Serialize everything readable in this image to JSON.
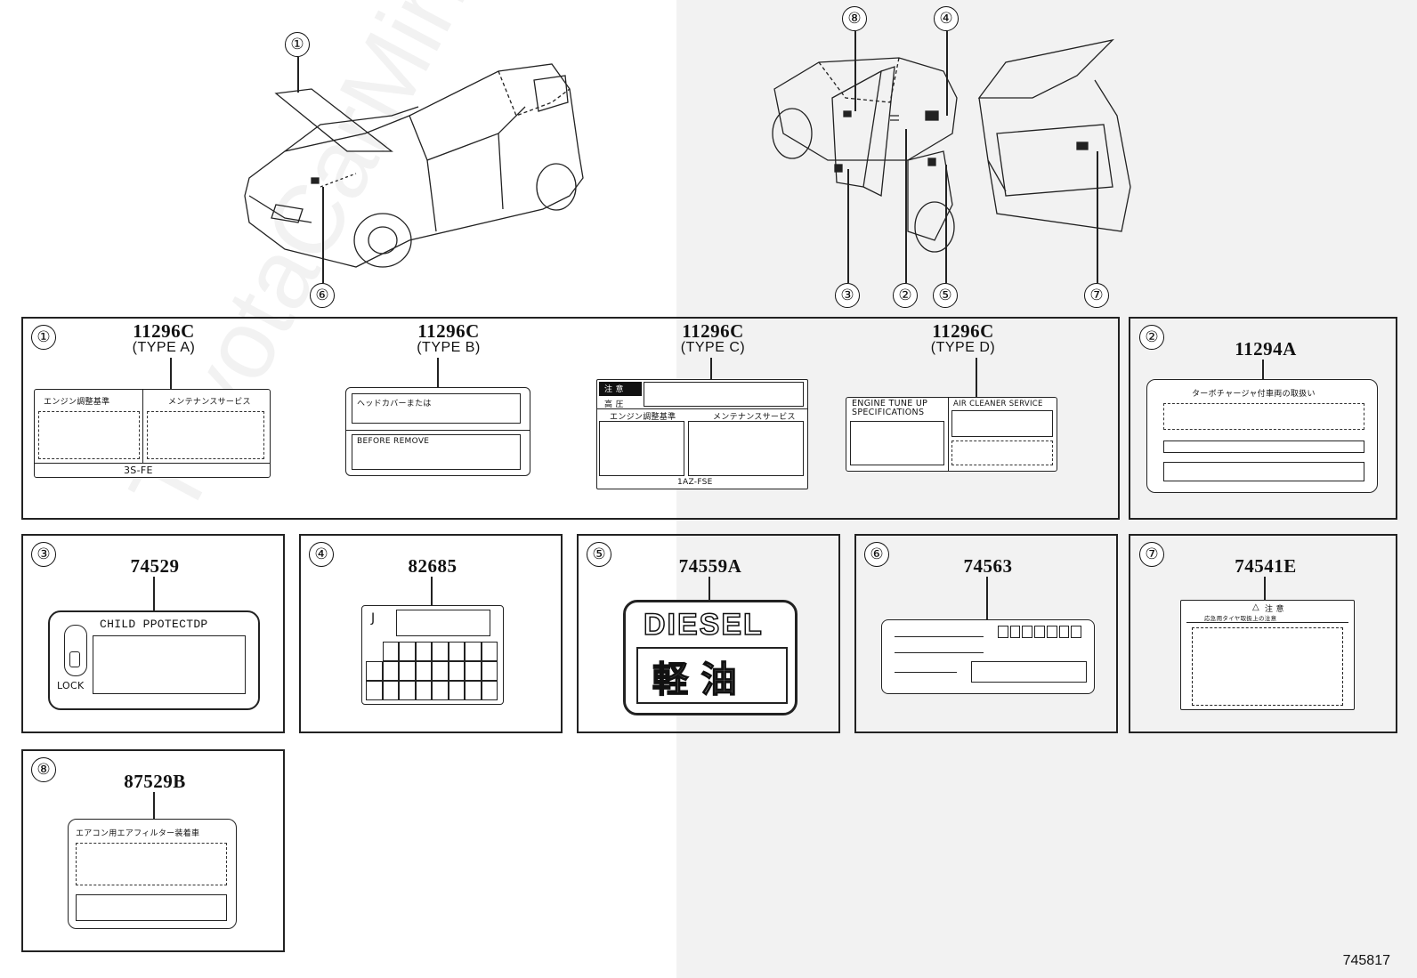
{
  "footer_code": "745817",
  "watermark": "ToyotaCarMine.ru",
  "overview_callouts": [
    "①",
    "⑥",
    "⑧",
    "④",
    "③",
    "②",
    "⑤",
    "⑦"
  ],
  "panels": {
    "p1": {
      "circle": "①",
      "types": [
        {
          "part": "11296C",
          "type": "(TYPE A)",
          "left_header": "エンジン調整基準",
          "right_header": "メンテナンスサービス",
          "footer": "3S-FE"
        },
        {
          "part": "11296C",
          "type": "(TYPE B)",
          "top_text": "ヘッドカバーまたは",
          "bottom_text": "BEFORE REMOVE"
        },
        {
          "part": "11296C",
          "type": "(TYPE C)",
          "top_text": "注 意",
          "row_text": "高 圧",
          "left_header": "エンジン調整基準",
          "right_header": "メンテナンスサービス",
          "footer": "1AZ-FSE"
        },
        {
          "part": "11296C",
          "type": "(TYPE D)",
          "left_header": "ENGINE TUNE UP SPECIFICATIONS",
          "right_header": "AIR CLEANER SERVICE"
        }
      ]
    },
    "p2": {
      "circle": "②",
      "part": "11294A",
      "header": "ターボチャージャ付車両の取扱い"
    },
    "p3": {
      "circle": "③",
      "part": "74529",
      "text": "CHILD PPOTECTDP",
      "lock": "LOCK"
    },
    "p4": {
      "circle": "④",
      "part": "82685",
      "letter": "J"
    },
    "p5": {
      "circle": "⑤",
      "part": "74559A",
      "line1": "DIESEL",
      "line2": "軽 油"
    },
    "p6": {
      "circle": "⑥",
      "part": "74563"
    },
    "p7": {
      "circle": "⑦",
      "part": "74541E",
      "header": "注 意",
      "subheader": "応急用タイヤ取扱上の注意"
    },
    "p8": {
      "circle": "⑧",
      "part": "87529B",
      "header": "エアコン用エアフィルター装着車"
    }
  }
}
